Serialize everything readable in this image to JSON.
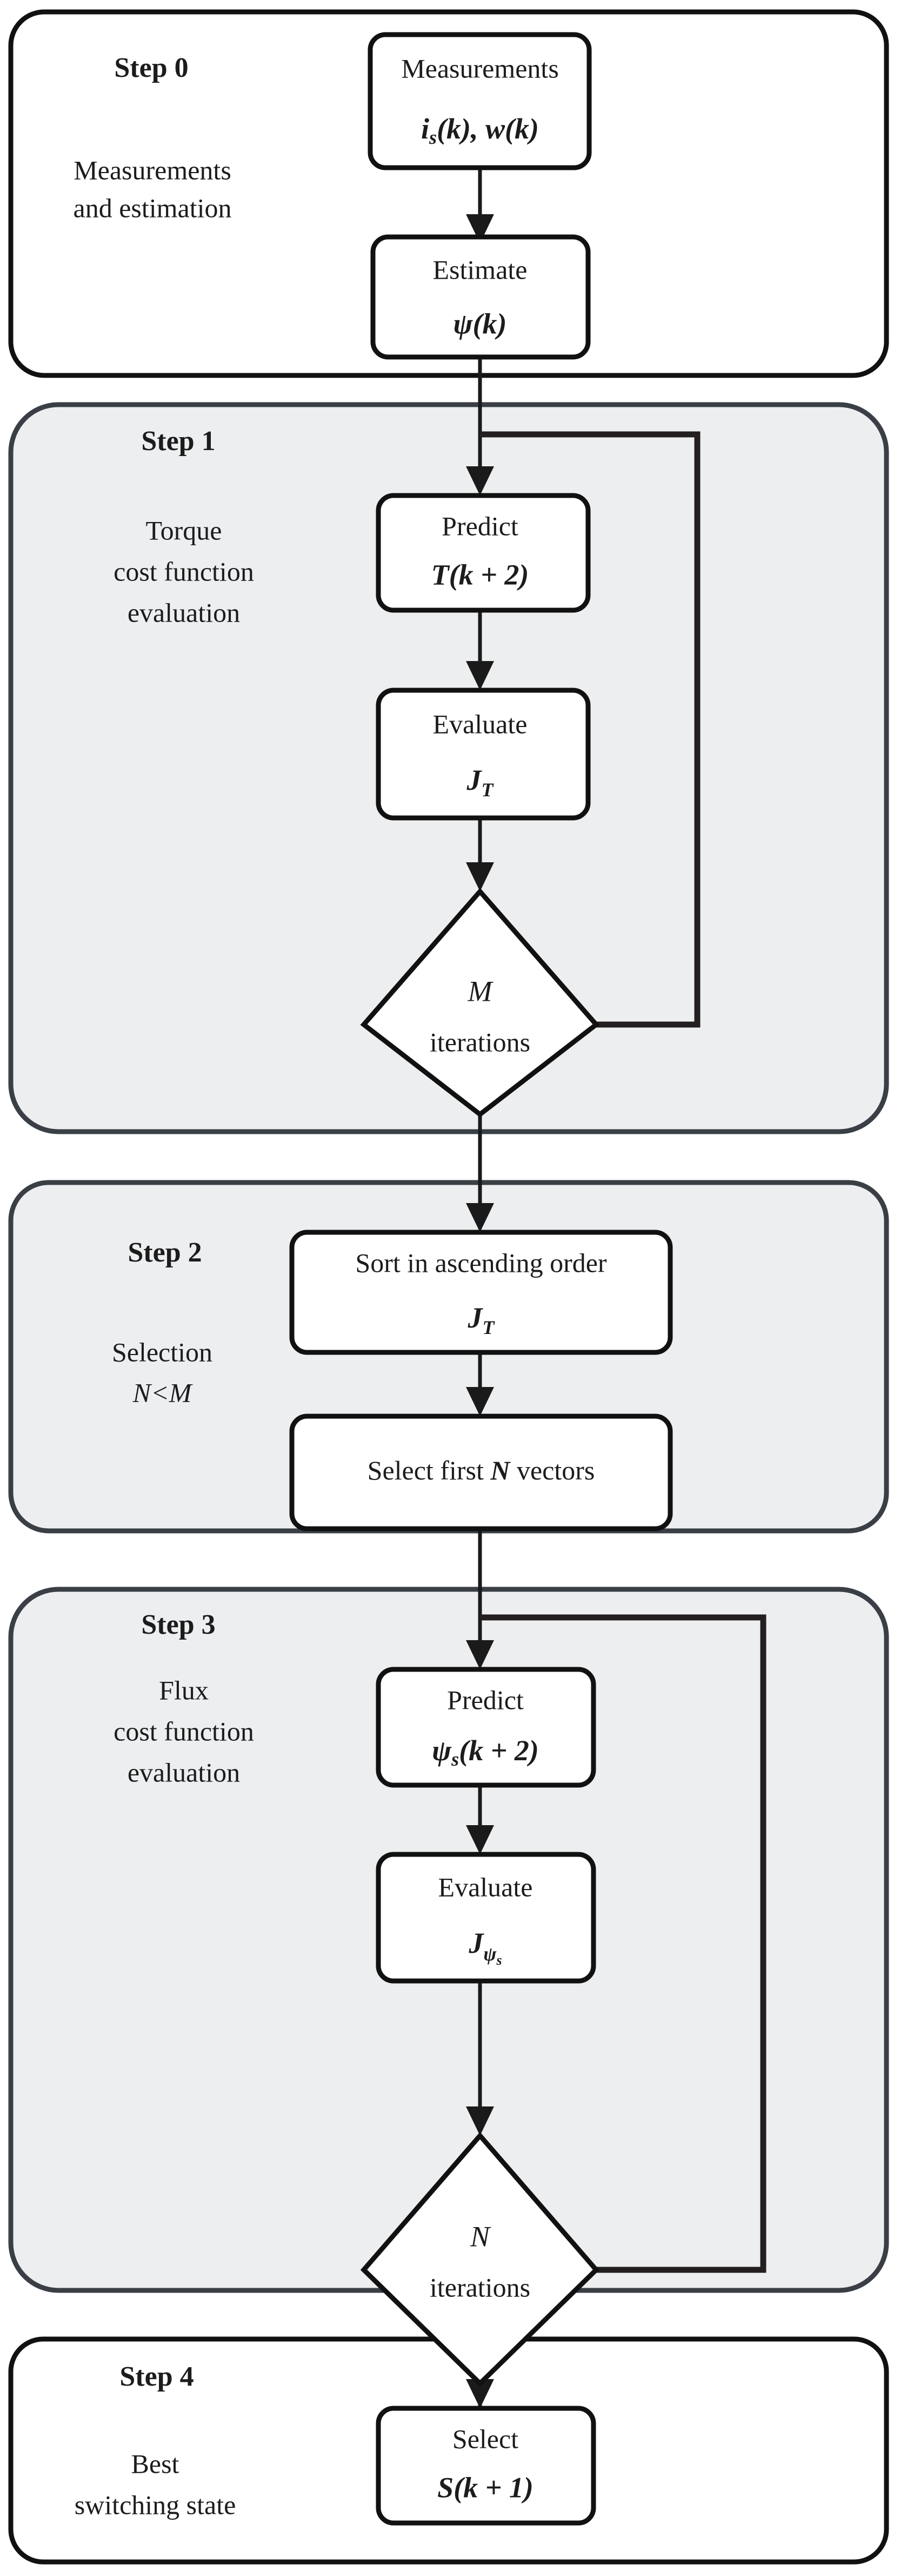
{
  "diagram": {
    "title": "Predictive control algorithm flowchart",
    "colors": {
      "page_background": "#ffffff",
      "shaded_panel_fill": "#eceef0",
      "shaded_panel_stroke": "#3a3f46",
      "plain_panel_stroke": "#111111",
      "node_stroke": "#111111",
      "node_fill": "#ffffff",
      "line": "#1a1a1a",
      "text": "#1c1c1c"
    }
  },
  "steps": [
    {
      "id": "step-0",
      "title": "Step 0",
      "description_lines": [
        "Measurements",
        "and estimation"
      ],
      "shaded": false,
      "nodes": [
        {
          "id": "measurements",
          "shape": "box",
          "lines": [
            "Measurements"
          ],
          "math": "iₛ(k), w(k)"
        },
        {
          "id": "estimate",
          "shape": "box",
          "lines": [
            "Estimate"
          ],
          "math": "ψ(k)"
        }
      ]
    },
    {
      "id": "step-1",
      "title": "Step 1",
      "description_lines": [
        "Torque",
        "cost function",
        "evaluation"
      ],
      "shaded": true,
      "nodes": [
        {
          "id": "predict-torque",
          "shape": "box",
          "lines": [
            "Predict"
          ],
          "math": "T(k + 2)"
        },
        {
          "id": "evaluate-jt",
          "shape": "box",
          "lines": [
            "Evaluate"
          ],
          "math": "Jₜ"
        },
        {
          "id": "m-iterations",
          "shape": "diamond",
          "math": "M",
          "lines": [
            "iterations"
          ]
        }
      ]
    },
    {
      "id": "step-2",
      "title": "Step 2",
      "description_lines": [
        "Selection",
        "N<M"
      ],
      "shaded": true,
      "nodes": [
        {
          "id": "sort-ascending",
          "shape": "box",
          "lines": [
            "Sort in ascending order"
          ],
          "math": "Jₜ"
        },
        {
          "id": "select-first-n",
          "shape": "box",
          "lines": [
            "Select first N vectors"
          ],
          "math": ""
        }
      ]
    },
    {
      "id": "step-3",
      "title": "Step 3",
      "description_lines": [
        "Flux",
        "cost function",
        "evaluation"
      ],
      "shaded": true,
      "nodes": [
        {
          "id": "predict-flux",
          "shape": "box",
          "lines": [
            "Predict"
          ],
          "math": "ψₛ(k + 2)"
        },
        {
          "id": "evaluate-jpsi",
          "shape": "box",
          "lines": [
            "Evaluate"
          ],
          "math": "Jψₛ"
        },
        {
          "id": "n-iterations",
          "shape": "diamond",
          "math": "N",
          "lines": [
            "iterations"
          ]
        }
      ]
    },
    {
      "id": "step-4",
      "title": "Step 4",
      "description_lines": [
        "Best",
        "switching state"
      ],
      "shaded": false,
      "nodes": [
        {
          "id": "select-switching-state",
          "shape": "box",
          "lines": [
            "Select"
          ],
          "math": "S(k + 1)"
        }
      ]
    }
  ],
  "labels": {
    "step0_title": "Step 0",
    "step0_desc1": "Measurements",
    "step0_desc2": "and estimation",
    "step1_title": "Step 1",
    "step1_desc1": "Torque",
    "step1_desc2": "cost function",
    "step1_desc3": "evaluation",
    "step2_title": "Step 2",
    "step2_desc1": "Selection",
    "step2_desc2": "N<M",
    "step3_title": "Step 3",
    "step3_desc1": "Flux",
    "step3_desc2": "cost function",
    "step3_desc3": "evaluation",
    "step4_title": "Step 4",
    "step4_desc1": "Best",
    "step4_desc2": "switching state",
    "node_measurements": "Measurements",
    "node_measurements_math_i": "i",
    "node_measurements_math_s": "s",
    "node_measurements_math_rest": "(k), w(k)",
    "node_estimate": "Estimate",
    "node_estimate_math": "ψ(k)",
    "node_predict": "Predict",
    "node_predict_t_math": "T(k + 2)",
    "node_evaluate": "Evaluate",
    "node_evaluate_j": "J",
    "node_evaluate_jt_sub": "T",
    "node_m": "M",
    "node_iterations": "iterations",
    "node_sort": "Sort in ascending order",
    "node_select_first": "Select first ",
    "node_select_n": "N",
    "node_select_vectors": " vectors",
    "node_predict_psi_math": "ψ",
    "node_predict_psi_sub": "s",
    "node_predict_psi_rest": "(k + 2)",
    "node_evaluate_jpsi_sub": "ψ",
    "node_evaluate_jpsi_subsub": "s",
    "node_n": "N",
    "node_select": "Select",
    "node_select_s_math": "S(k + 1)"
  }
}
